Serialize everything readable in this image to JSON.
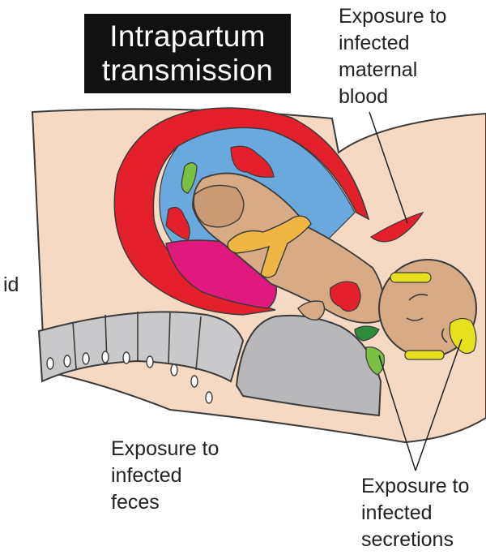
{
  "title": {
    "line1": "Intrapartum",
    "line2": "transmission"
  },
  "labels": {
    "blood": {
      "line1": "Exposure to",
      "line2": "infected",
      "line3": "maternal",
      "line4": "blood"
    },
    "feces": {
      "line1": "Exposure to",
      "line2": "infected",
      "line3": "feces"
    },
    "secretions": {
      "line1": "Exposure to",
      "line2": "infected",
      "line3": "secretions"
    },
    "fragment": "id"
  },
  "colors": {
    "skin": "#f6d9c2",
    "outline": "#3a3a3a",
    "uterus_wall": "#e3202b",
    "amniotic_fluid": "#6aa9de",
    "blood_clot": "#e3202b",
    "baby_skin": "#d7ab86",
    "umbilical_cord": "#f0b643",
    "placenta": "#e0197e",
    "feces_dark": "#2e8b3e",
    "feces_light": "#79c043",
    "secretions": "#e6e01e",
    "spine": "#c9c9cb",
    "pubic_bone": "#b8b8ba"
  }
}
